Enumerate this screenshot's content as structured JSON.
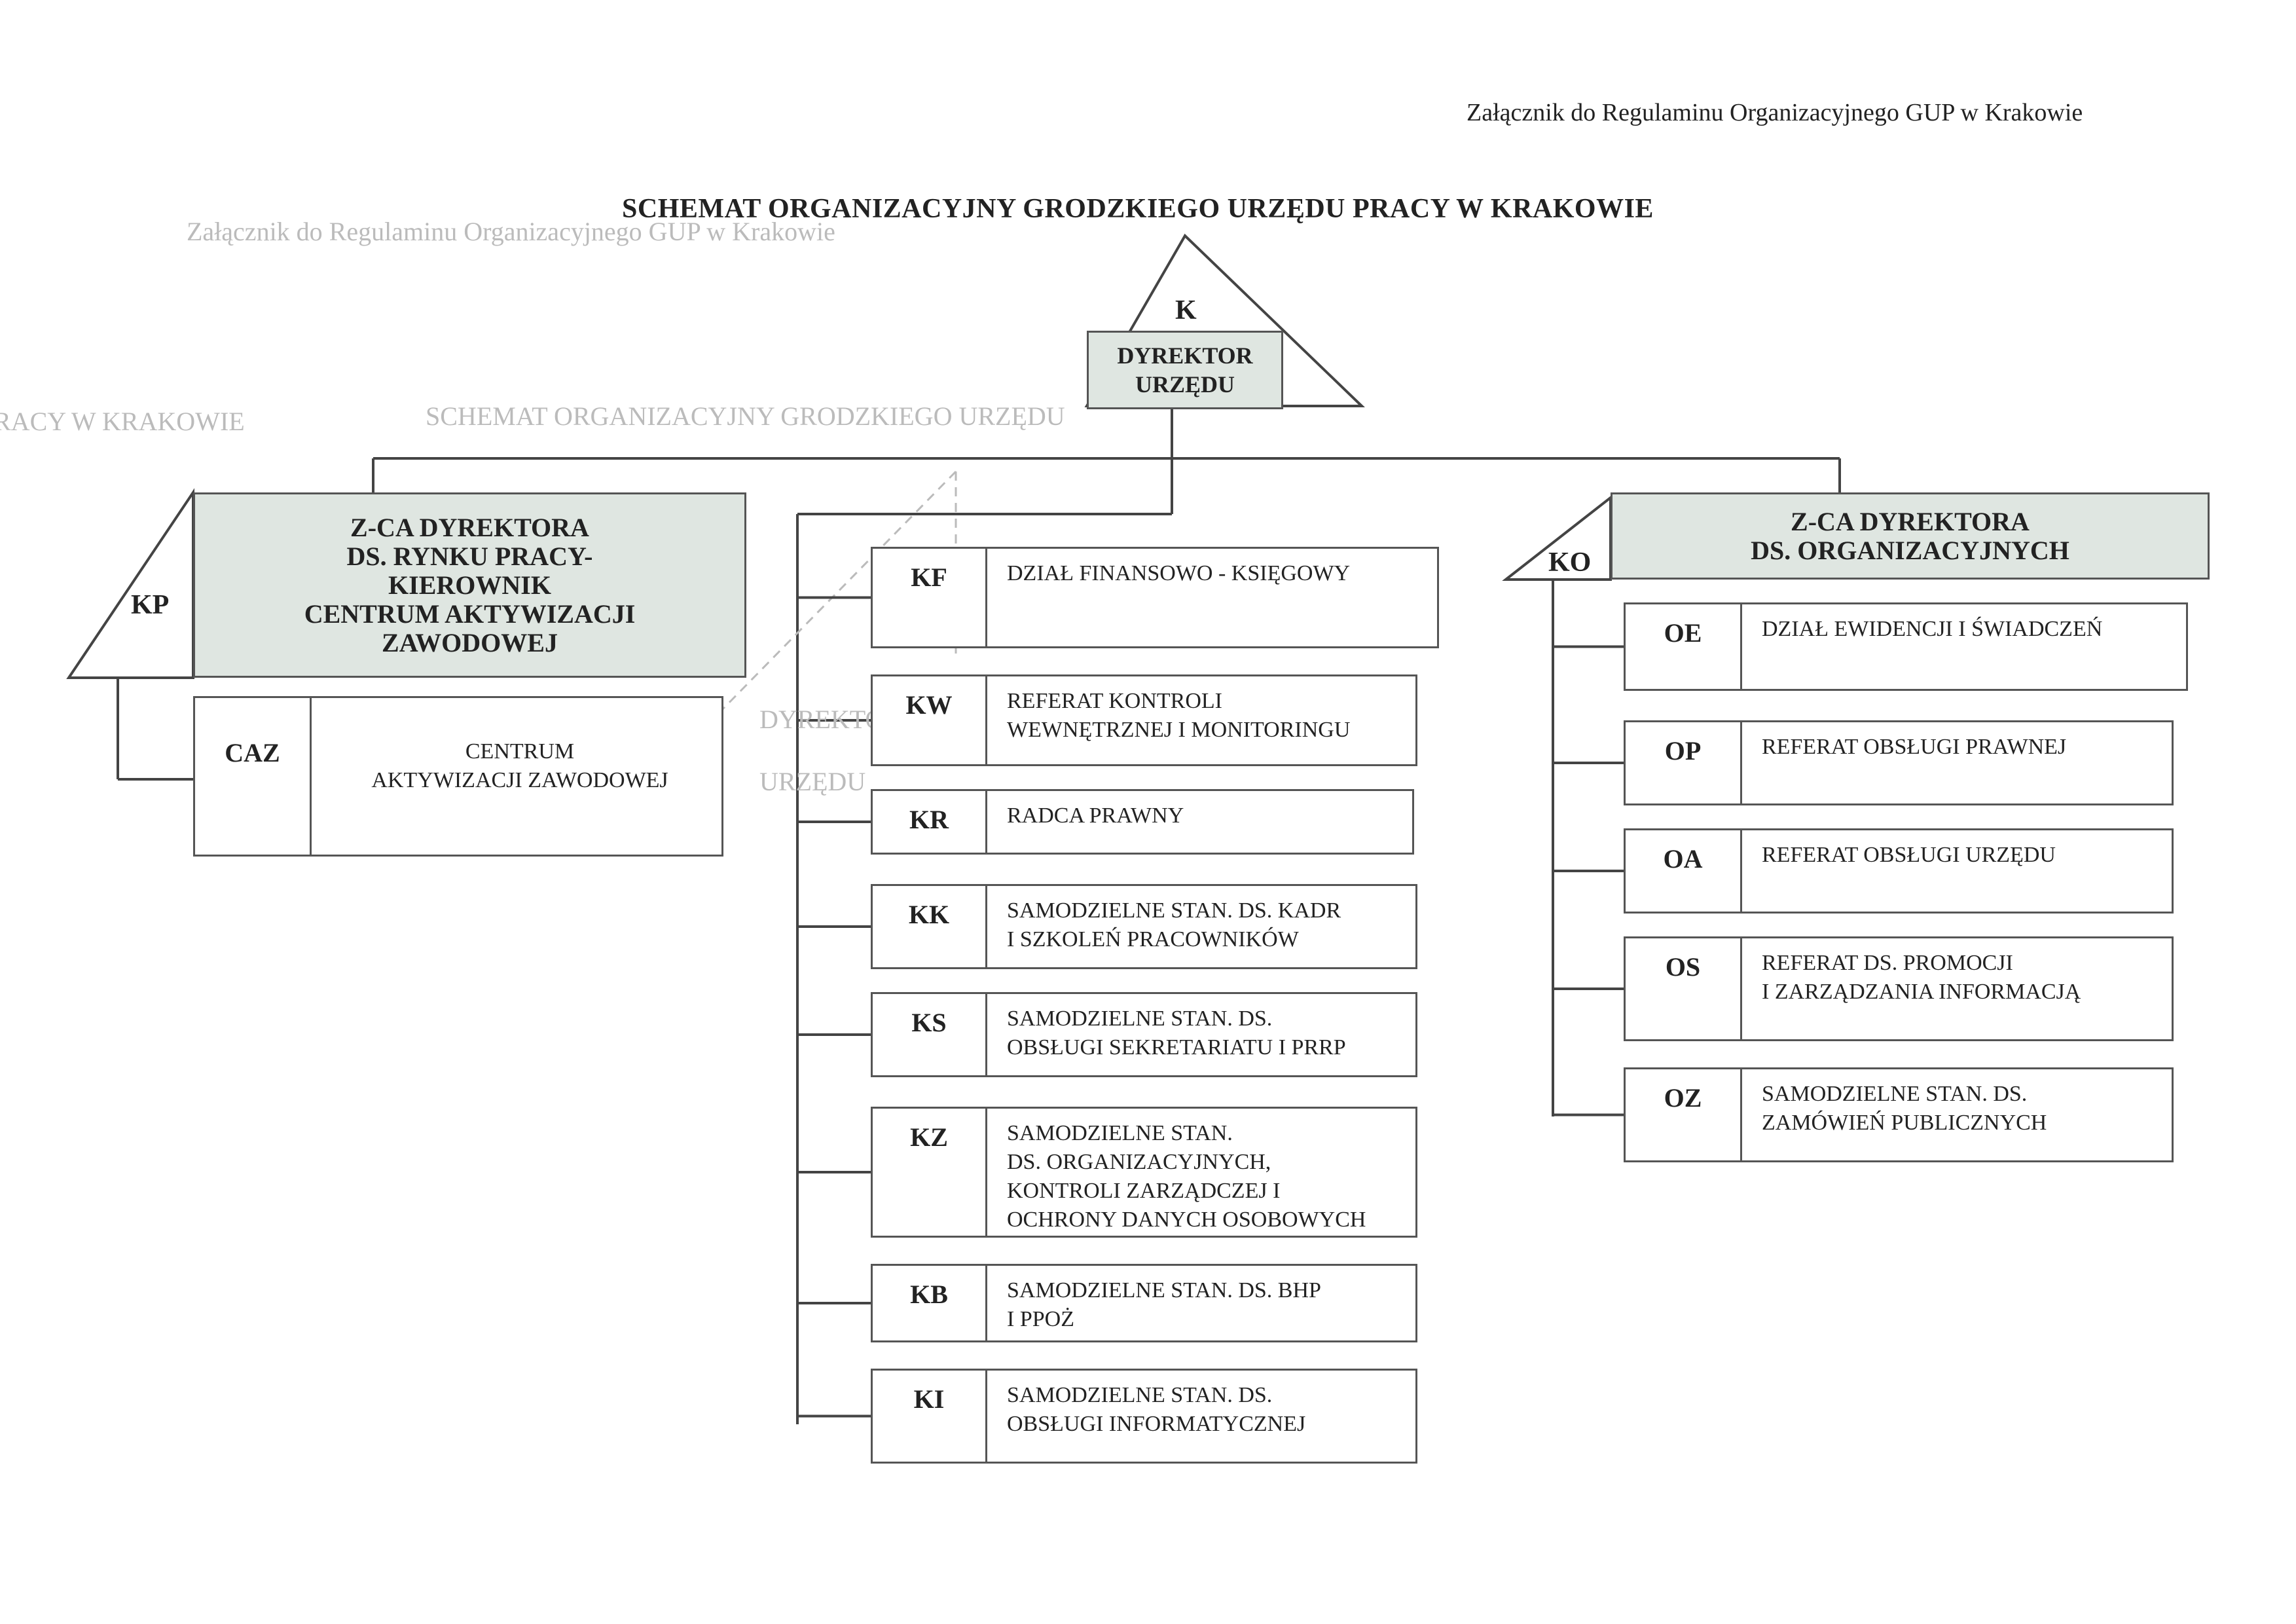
{
  "header": {
    "annex": "Załącznik do Regulaminu Organizacyjnego GUP w Krakowie",
    "title": "SCHEMAT ORGANIZACYJNY GRODZKIEGO URZĘDU PRACY W KRAKOWIE"
  },
  "director": {
    "code": "K",
    "label": "DYREKTOR\nURZĘDU"
  },
  "deputy_market": {
    "code": "KP",
    "label": "Z-CA DYREKTORA\nDS. RYNKU PRACY-\nKIEROWNIK\nCENTRUM AKTYWIZACJI\nZAWODOWEJ"
  },
  "deputy_org": {
    "code": "KO",
    "label": "Z-CA DYREKTORA\nDS. ORGANIZACYJNYCH"
  },
  "market_units": [
    {
      "code": "CAZ",
      "label": "CENTRUM\nAKTYWIZACJI ZAWODOWEJ"
    }
  ],
  "director_units": [
    {
      "code": "KF",
      "label": "DZIAŁ FINANSOWO - KSIĘGOWY"
    },
    {
      "code": "KW",
      "label": "REFERAT KONTROLI\nWEWNĘTRZNEJ I MONITORINGU"
    },
    {
      "code": "KR",
      "label": "RADCA PRAWNY"
    },
    {
      "code": "KK",
      "label": "SAMODZIELNE STAN. DS. KADR\nI SZKOLEŃ PRACOWNIKÓW"
    },
    {
      "code": "KS",
      "label": "SAMODZIELNE STAN. DS.\nOBSŁUGI SEKRETARIATU I PRRP"
    },
    {
      "code": "KZ",
      "label": "SAMODZIELNE STAN.\nDS. ORGANIZACYJNYCH,\nKONTROLI ZARZĄDCZEJ I\nOCHRONY DANYCH OSOBOWYCH"
    },
    {
      "code": "KB",
      "label": "SAMODZIELNE STAN. DS. BHP\nI PPOŻ"
    },
    {
      "code": "KI",
      "label": "SAMODZIELNE STAN. DS.\nOBSŁUGI INFORMATYCZNEJ"
    }
  ],
  "org_units": [
    {
      "code": "OE",
      "label": "DZIAŁ EWIDENCJI I ŚWIADCZEŃ"
    },
    {
      "code": "OP",
      "label": "REFERAT OBSŁUGI PRAWNEJ"
    },
    {
      "code": "OA",
      "label": "REFERAT OBSŁUGI URZĘDU"
    },
    {
      "code": "OS",
      "label": "REFERAT DS. PROMOCJI\nI ZARZĄDZANIA INFORMACJĄ"
    },
    {
      "code": "OZ",
      "label": "SAMODZIELNE STAN. DS.\nZAMÓWIEŃ PUBLICZNYCH"
    }
  ],
  "ghost_text": {
    "annex": "Załącznik do Regulaminu Organizacyjnego GUP w Krakowie",
    "title_fragment": "SCHEMAT ORGANIZACYJNY GRODZKIEGO URZĘDU",
    "left_fragment": "RACY W KRAKOWIE",
    "dyrektor": "DYREKTOR",
    "urzedu": "URZĘDU"
  }
}
